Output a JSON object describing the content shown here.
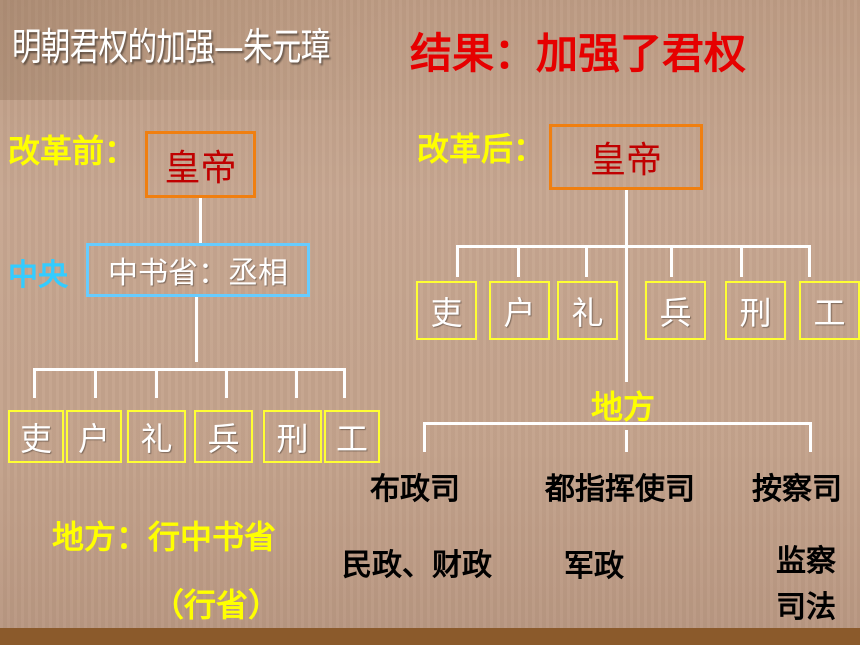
{
  "title": "明朝君权的加强—朱元璋",
  "result": "结果：加强了君权",
  "before": {
    "label": "改革前：",
    "emperor": "皇帝",
    "central_label": "中央",
    "zhongshu": "中书省：丞相",
    "ministries": [
      "吏",
      "户",
      "礼",
      "兵",
      "刑",
      "工"
    ],
    "local_line1": "地方：行中书省",
    "local_line2": "（行省）"
  },
  "after": {
    "label": "改革后：",
    "emperor": "皇帝",
    "ministries": [
      "吏",
      "户",
      "礼",
      "兵",
      "刑",
      "工"
    ],
    "local_label": "地方",
    "offices": [
      {
        "name": "布政司",
        "duty": "民政、财政"
      },
      {
        "name": "都指挥使司",
        "duty": "军政"
      },
      {
        "name": "按察司",
        "duty_lines": [
          "监察",
          "司法"
        ]
      }
    ]
  },
  "colors": {
    "title_result": "#e60000",
    "label_yellow": "#ffff00",
    "label_cyan": "#33ccff",
    "emperor_border": "#f07f10",
    "emperor_text": "#c00000",
    "ministry_border": "#ffff33",
    "zhongshu_border": "#66ccff",
    "bottom_bar": "#8b5a2b"
  }
}
